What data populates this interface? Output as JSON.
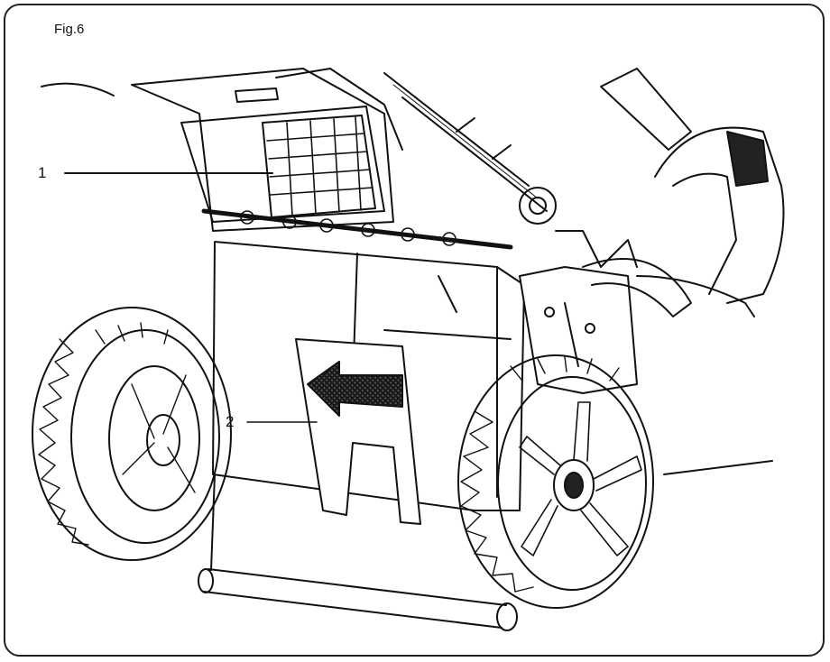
{
  "figure": {
    "label": "Fig.6"
  },
  "callouts": [
    {
      "number": "1"
    },
    {
      "number": "2"
    }
  ],
  "colors": {
    "line": "#111111",
    "fill_dark": "#333333",
    "background": "#ffffff"
  }
}
